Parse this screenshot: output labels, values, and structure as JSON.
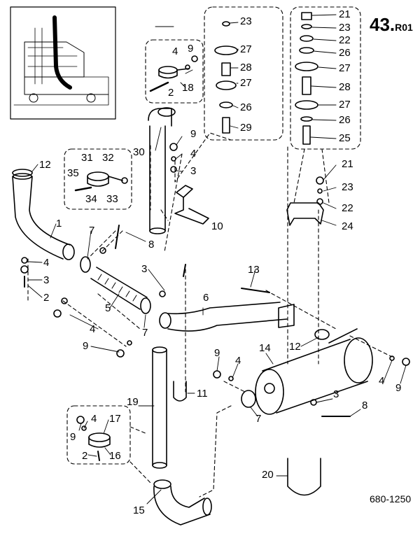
{
  "header": {
    "section_number": "43.",
    "section_suffix": "R01"
  },
  "drawing_number": "680-1250",
  "callouts": [
    {
      "id": "c21a",
      "text": "21"
    },
    {
      "id": "c23a",
      "text": "23"
    },
    {
      "id": "c22a",
      "text": "22"
    },
    {
      "id": "c26a",
      "text": "26"
    },
    {
      "id": "c27a",
      "text": "27"
    },
    {
      "id": "c28a",
      "text": "28"
    },
    {
      "id": "c27b",
      "text": "27"
    },
    {
      "id": "c26b",
      "text": "26"
    },
    {
      "id": "c25",
      "text": "25"
    },
    {
      "id": "c23b",
      "text": "23"
    },
    {
      "id": "c27c",
      "text": "27"
    },
    {
      "id": "c28b",
      "text": "28"
    },
    {
      "id": "c27d",
      "text": "27"
    },
    {
      "id": "c26c",
      "text": "26"
    },
    {
      "id": "c29",
      "text": "29"
    },
    {
      "id": "c4a",
      "text": "4"
    },
    {
      "id": "c9a",
      "text": "9"
    },
    {
      "id": "c2a",
      "text": "2"
    },
    {
      "id": "c18",
      "text": "18"
    },
    {
      "id": "c9b",
      "text": "9"
    },
    {
      "id": "c4b",
      "text": "4"
    },
    {
      "id": "c3a",
      "text": "3"
    },
    {
      "id": "c30",
      "text": "30"
    },
    {
      "id": "c10",
      "text": "10"
    },
    {
      "id": "c21b",
      "text": "21"
    },
    {
      "id": "c23c",
      "text": "23"
    },
    {
      "id": "c22b",
      "text": "22"
    },
    {
      "id": "c24",
      "text": "24"
    },
    {
      "id": "c12a",
      "text": "12"
    },
    {
      "id": "c31",
      "text": "31"
    },
    {
      "id": "c32",
      "text": "32"
    },
    {
      "id": "c35",
      "text": "35"
    },
    {
      "id": "c34",
      "text": "34"
    },
    {
      "id": "c33",
      "text": "33"
    },
    {
      "id": "c1",
      "text": "1"
    },
    {
      "id": "c7a",
      "text": "7"
    },
    {
      "id": "c8a",
      "text": "8"
    },
    {
      "id": "c4c",
      "text": "4"
    },
    {
      "id": "c3b",
      "text": "3"
    },
    {
      "id": "c2b",
      "text": "2"
    },
    {
      "id": "c3c",
      "text": "3"
    },
    {
      "id": "c5",
      "text": "5"
    },
    {
      "id": "c13",
      "text": "13"
    },
    {
      "id": "c6",
      "text": "6"
    },
    {
      "id": "c4d",
      "text": "4"
    },
    {
      "id": "c7b",
      "text": "7"
    },
    {
      "id": "c9c",
      "text": "9"
    },
    {
      "id": "c12b",
      "text": "12"
    },
    {
      "id": "c14",
      "text": "14"
    },
    {
      "id": "c9d",
      "text": "9"
    },
    {
      "id": "c4e",
      "text": "4"
    },
    {
      "id": "c11",
      "text": "11"
    },
    {
      "id": "c7c",
      "text": "7"
    },
    {
      "id": "c3d",
      "text": "3"
    },
    {
      "id": "c8b",
      "text": "8"
    },
    {
      "id": "c4f",
      "text": "4"
    },
    {
      "id": "c9e",
      "text": "9"
    },
    {
      "id": "c19",
      "text": "19"
    },
    {
      "id": "c9f",
      "text": "9"
    },
    {
      "id": "c4g",
      "text": "4"
    },
    {
      "id": "c17",
      "text": "17"
    },
    {
      "id": "c2c",
      "text": "2"
    },
    {
      "id": "c16",
      "text": "16"
    },
    {
      "id": "c20",
      "text": "20"
    },
    {
      "id": "c15",
      "text": "15"
    }
  ]
}
